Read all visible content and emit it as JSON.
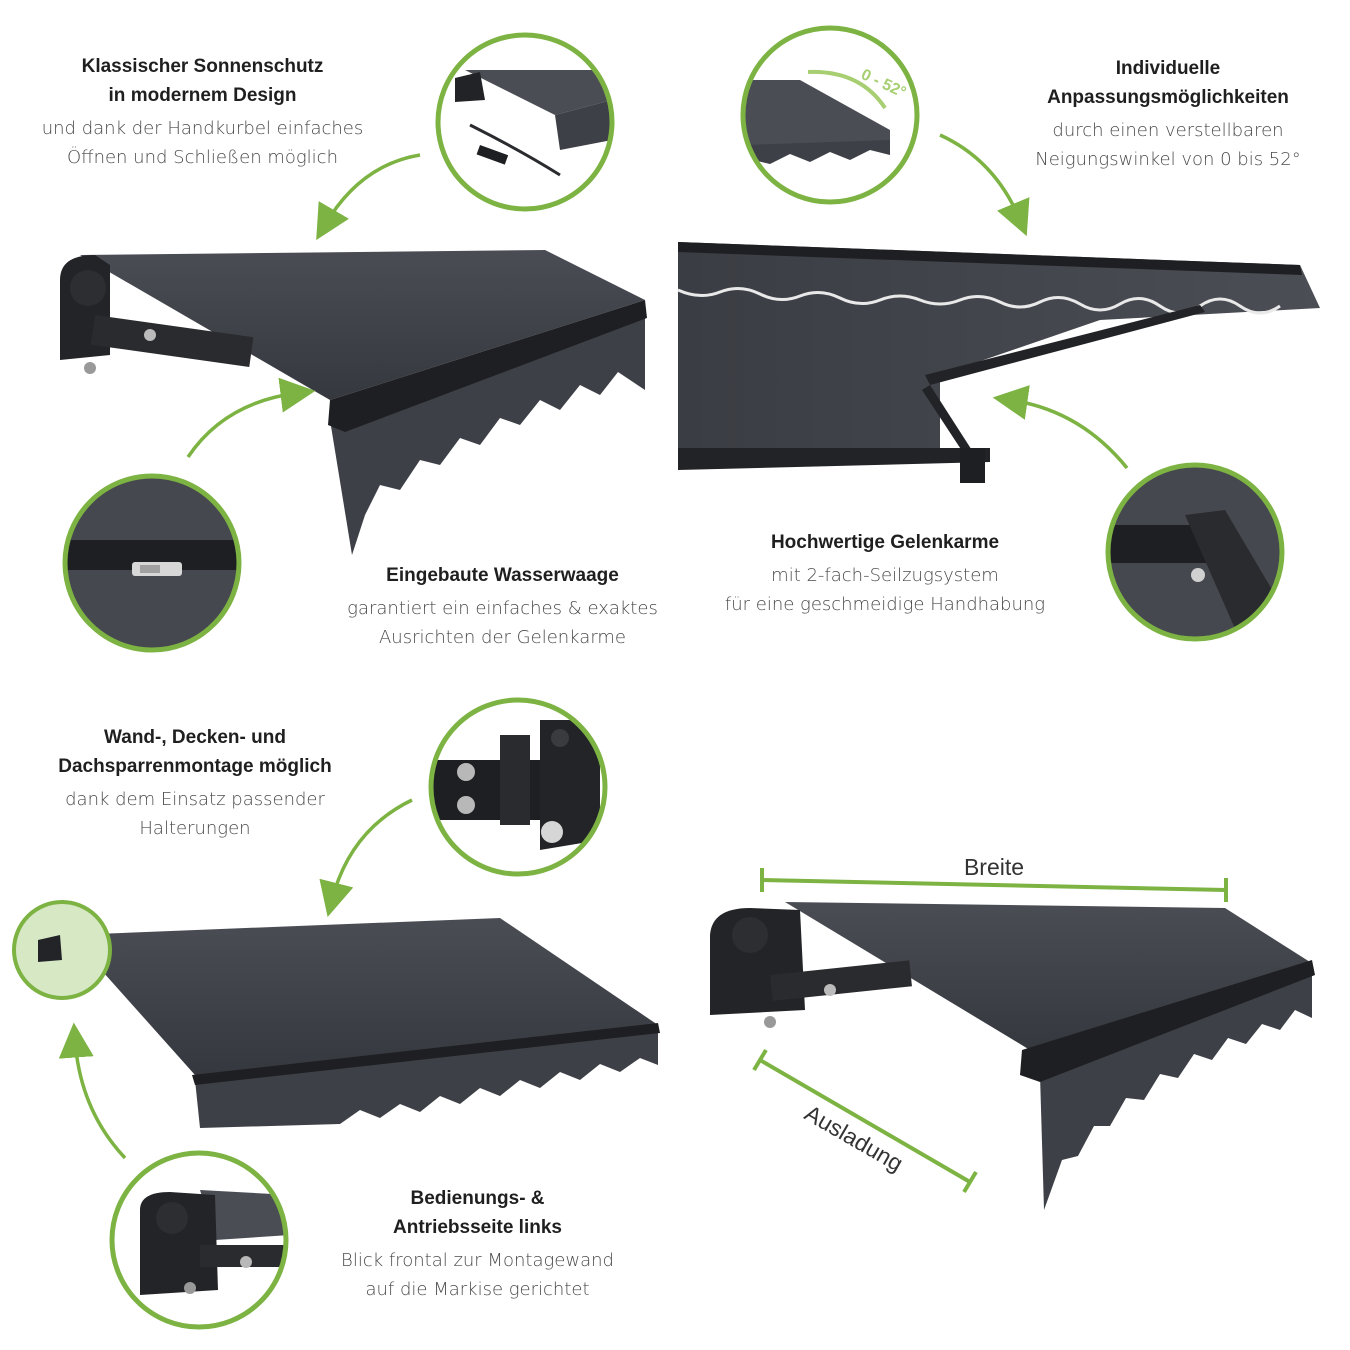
{
  "features": [
    {
      "title": [
        "Klassischer Sonnenschutz",
        "in modernem Design"
      ],
      "description": [
        "und dank der Handkurbel einfaches",
        "Öffnen und Schließen möglich"
      ]
    },
    {
      "title": [
        "Individuelle",
        "Anpassungsmöglichkeiten"
      ],
      "description": [
        "durch einen verstellbaren",
        "Neigungswinkel von 0 bis 52°"
      ]
    },
    {
      "title": [
        "Eingebaute Wasserwaage"
      ],
      "description": [
        "garantiert ein einfaches & exaktes",
        "Ausrichten der Gelenkarme"
      ]
    },
    {
      "title": [
        "Hochwertige Gelenkarme"
      ],
      "description": [
        "mit 2-fach-Seilzugsystem",
        "für eine geschmeidige Handhabung"
      ]
    },
    {
      "title": [
        "Wand-, Decken- und",
        "Dachsparrenmontage möglich"
      ],
      "description": [
        "dank dem Einsatz passender",
        "Halterungen"
      ]
    },
    {
      "title": [
        "Bedienungs- &",
        "Antriebsseite links"
      ],
      "description": [
        "Blick frontal zur Montagewand",
        "auf die Markise gerichtet"
      ]
    }
  ],
  "angle_badge": "0 - 52°",
  "dimensions": {
    "width_label": "Breite",
    "depth_label": "Ausladung"
  },
  "colors": {
    "accent_green": "#7cb342",
    "fabric": "#3e4147",
    "frame": "#222326"
  }
}
